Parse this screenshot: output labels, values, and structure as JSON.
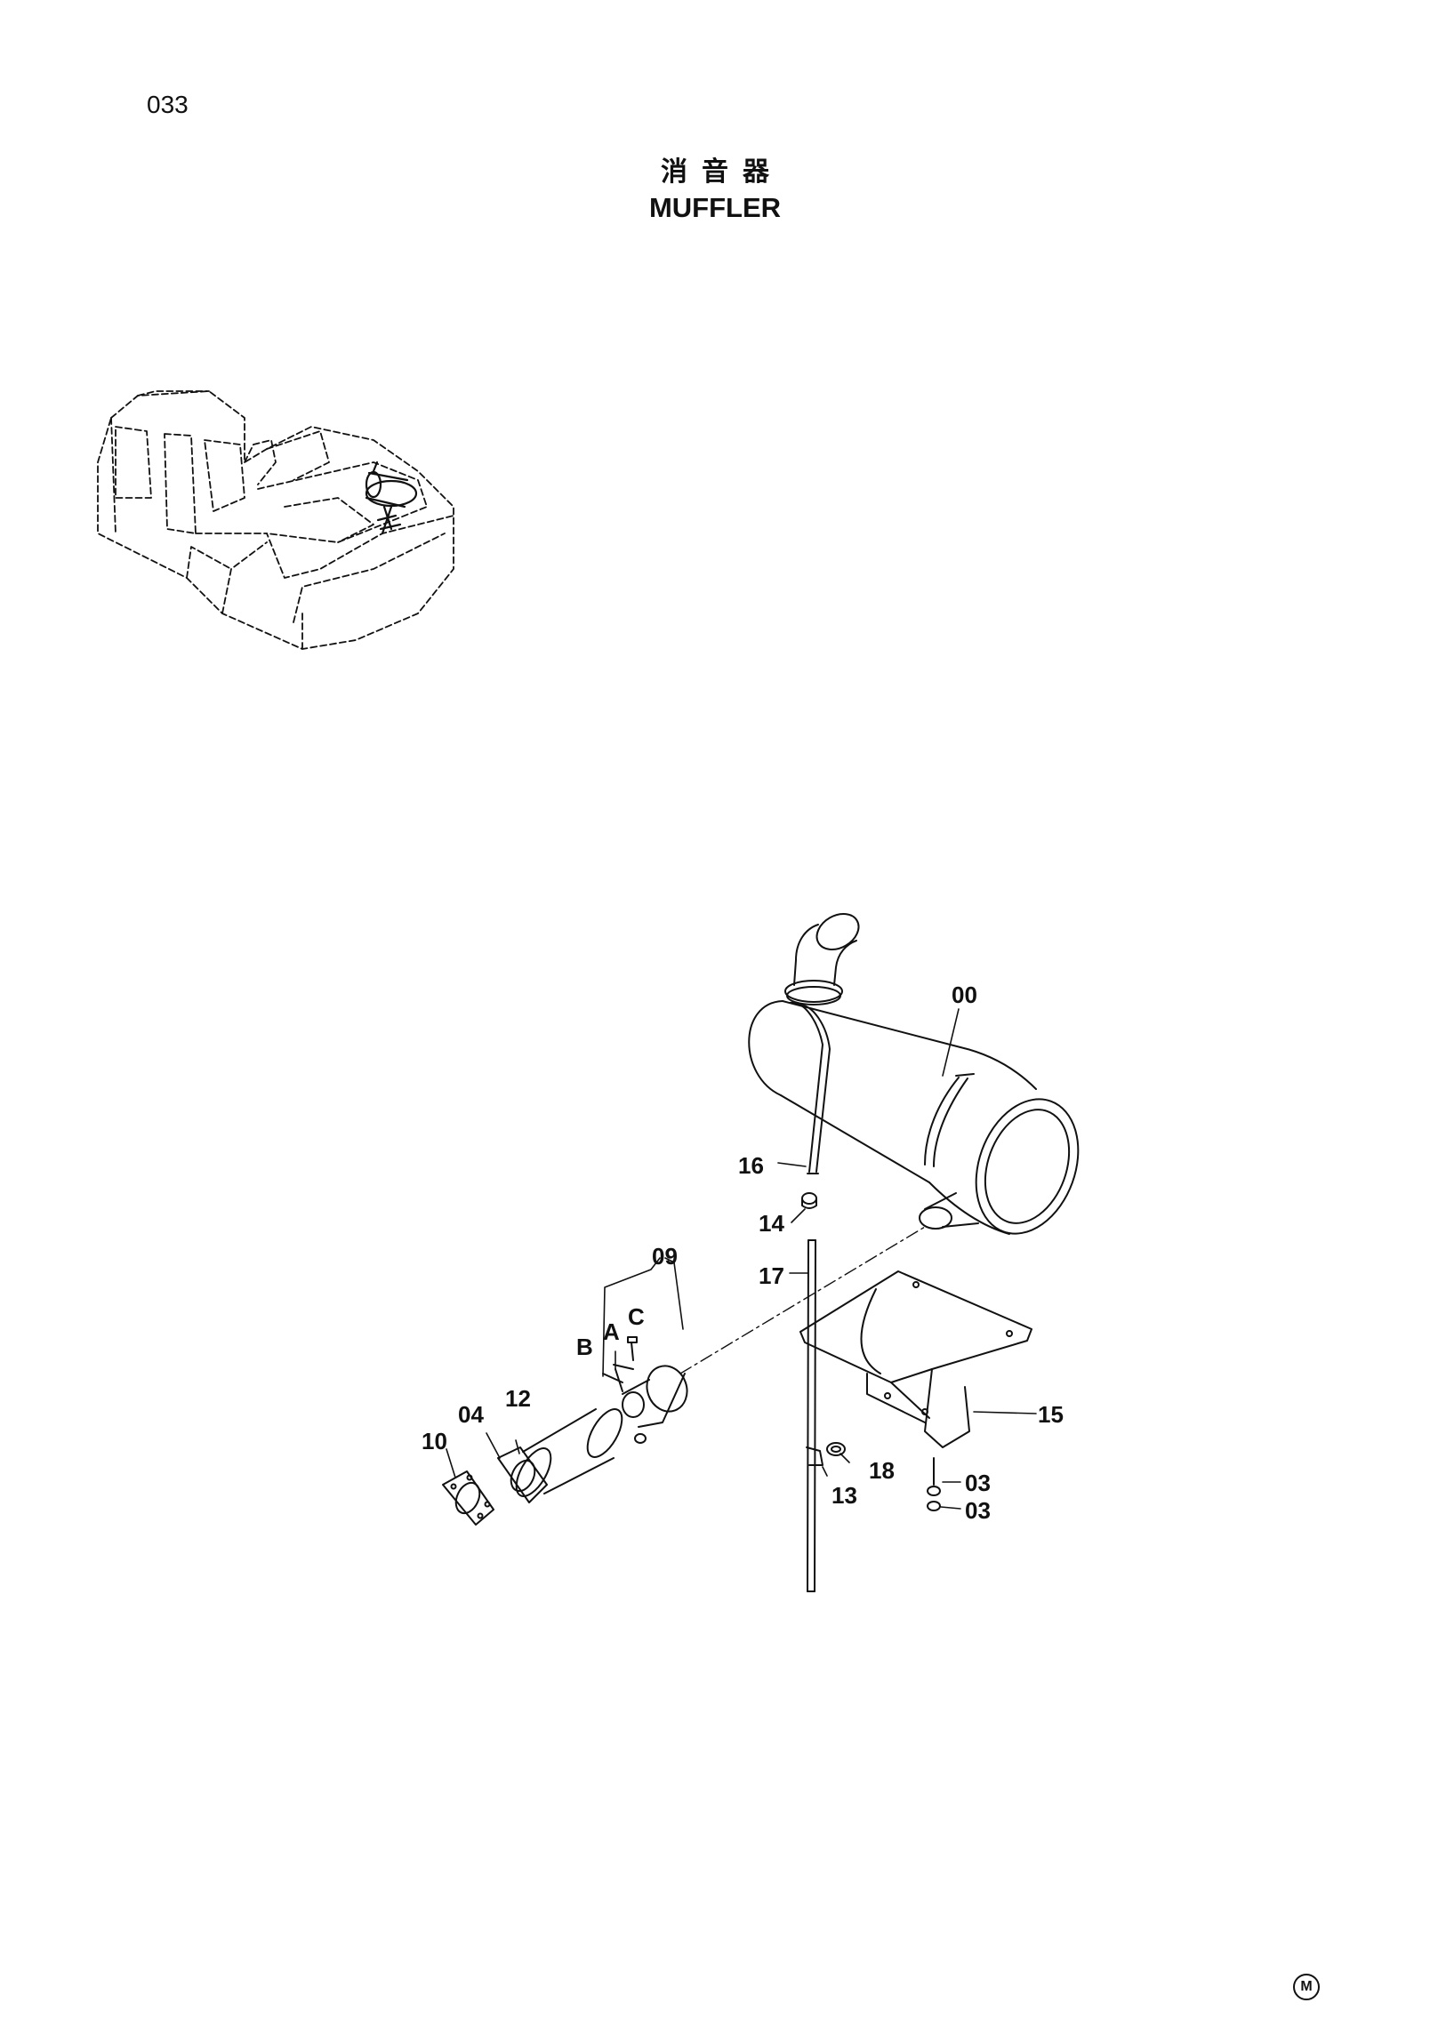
{
  "page": {
    "number": "033",
    "mark": "M"
  },
  "title": {
    "jp": "消音器",
    "en": "MUFFLER"
  },
  "callouts": {
    "c00": "00",
    "c16": "16",
    "c14": "14",
    "c09": "09",
    "c17": "17",
    "cA": "A",
    "cB": "B",
    "cC": "C",
    "c15": "15",
    "c12": "12",
    "c04": "04",
    "c10": "10",
    "c18": "18",
    "c13": "13",
    "c03a": "03",
    "c03b": "03"
  }
}
